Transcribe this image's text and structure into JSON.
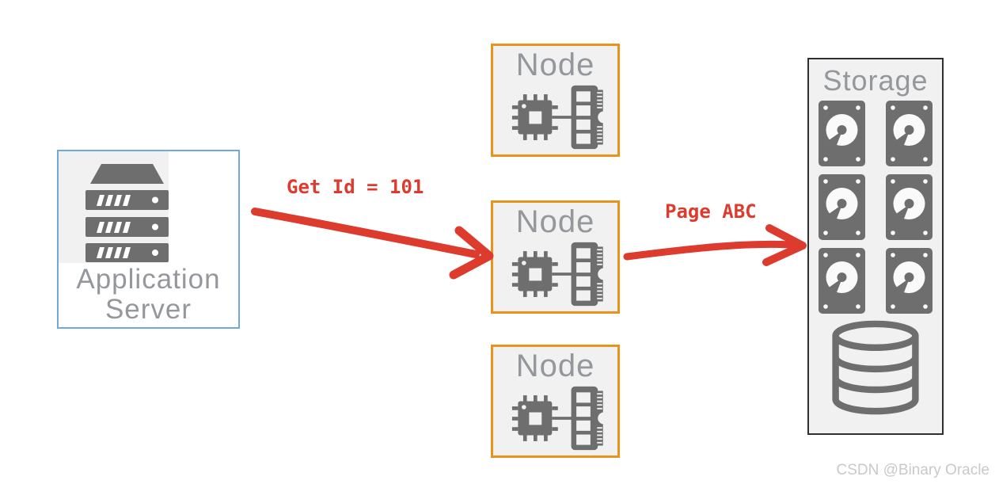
{
  "app_server": {
    "line1": "Application",
    "line2": "Server"
  },
  "nodes": [
    {
      "label": "Node"
    },
    {
      "label": "Node"
    },
    {
      "label": "Node"
    }
  ],
  "storage": {
    "label": "Storage",
    "disk_count": 6
  },
  "arrows": {
    "request_label": "Get Id = 101",
    "response_label": "Page ABC"
  },
  "watermark": "CSDN @Binary Oracle",
  "colors": {
    "app_server_border": "#6fa8dc",
    "node_border": "#e8931c",
    "storage_border": "#2f2f2f",
    "annotation_red": "#dc3b2e",
    "icon_gray": "#6e6e6e",
    "label_gray": "#94979b",
    "box_background": "#f1f1f2",
    "watermark_gray": "#c9c9c9"
  }
}
